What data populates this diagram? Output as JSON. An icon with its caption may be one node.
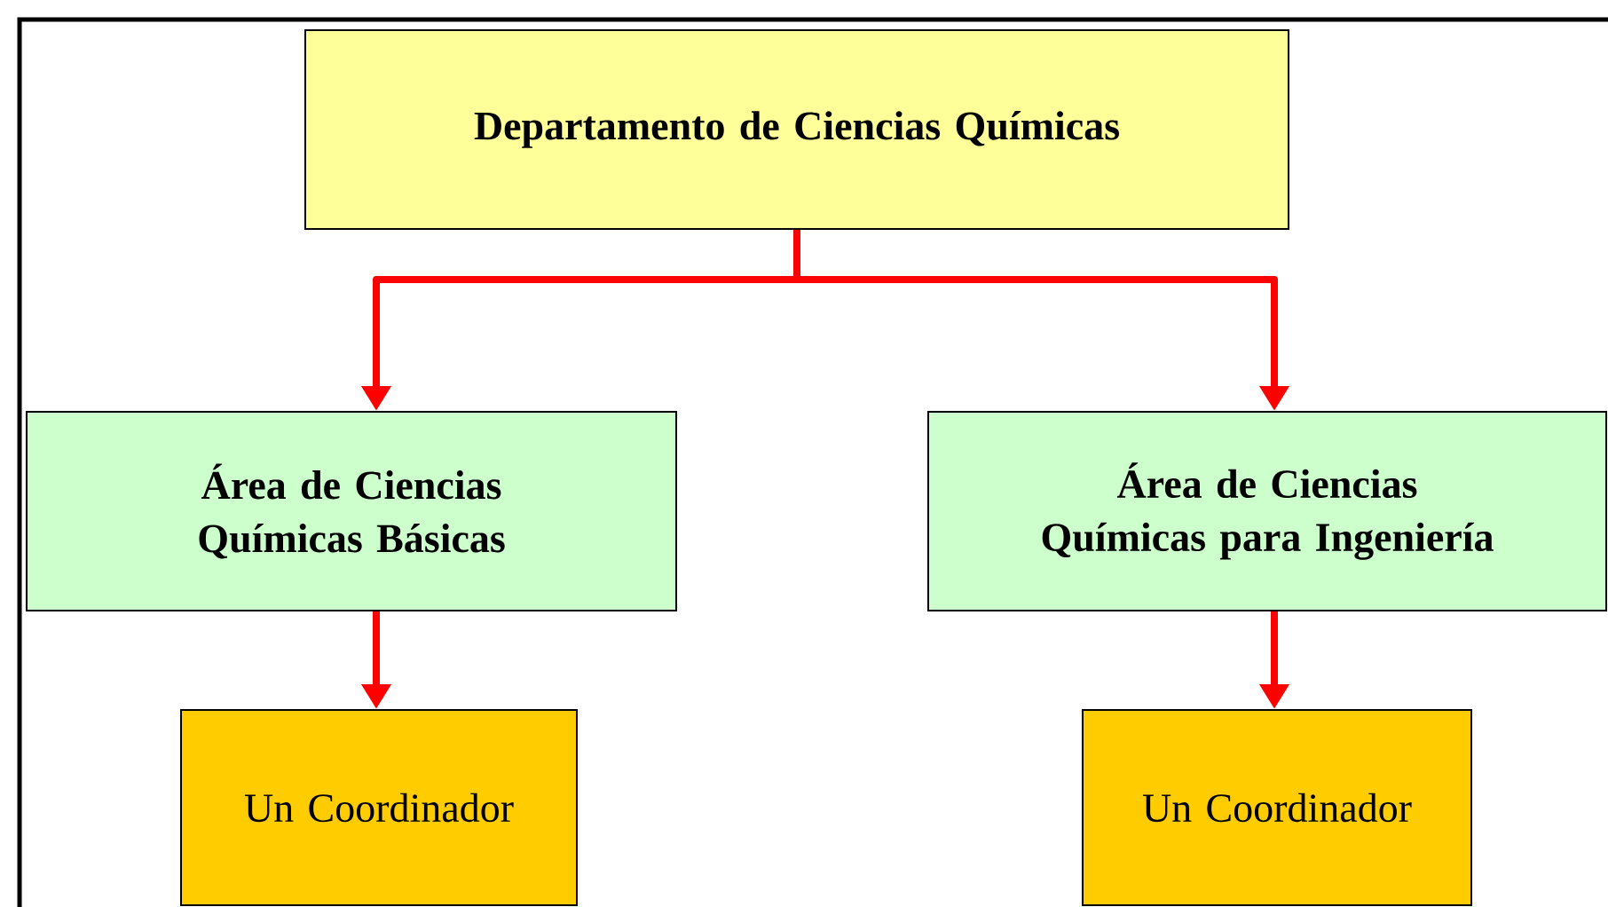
{
  "diagram": {
    "nodes": [
      {
        "text": [
          "Departamento de Ciencias Químicas"
        ]
      },
      {
        "text": [
          "Área de Ciencias Químicas Básicas"
        ]
      },
      {
        "text": [
          "Área de Ciencias Químicas para Ingeniería"
        ]
      },
      {
        "text": [
          "Un Coordinador"
        ]
      },
      {
        "text": [
          "Un Coordinador"
        ]
      }
    ],
    "edges": [
      {
        "from": 0,
        "to": 1,
        "arrow": "to",
        "color": "#ff0000"
      },
      {
        "from": 0,
        "to": 2,
        "arrow": "to",
        "color": "#ff0000"
      },
      {
        "from": 1,
        "to": 3,
        "arrow": "to",
        "color": "#ff0000"
      },
      {
        "from": 2,
        "to": 4,
        "arrow": "to",
        "color": "#ff0000"
      }
    ]
  }
}
